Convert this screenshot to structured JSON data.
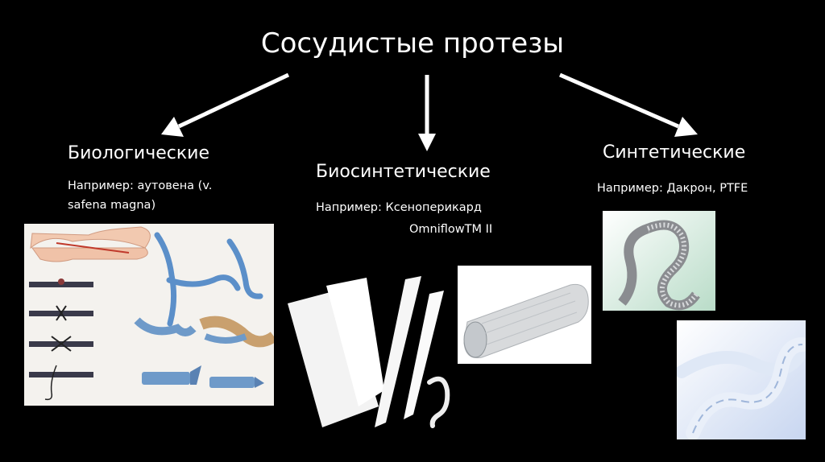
{
  "slide": {
    "title": "Сосудистые протезы",
    "categories": [
      {
        "name": "Биологические",
        "example_line1": "Например: аутовена (v.",
        "example_line2": "safena magna)"
      },
      {
        "name": "Биосинтетические",
        "example_line1": "Например: Ксеноперикард",
        "example_line2": "OmniflowTM II"
      },
      {
        "name": "Синтетические",
        "example_line1": "Например: Дакрон, PTFE"
      }
    ]
  },
  "colors": {
    "background": "#000000",
    "text": "#ffffff",
    "arrow": "#ffffff"
  }
}
